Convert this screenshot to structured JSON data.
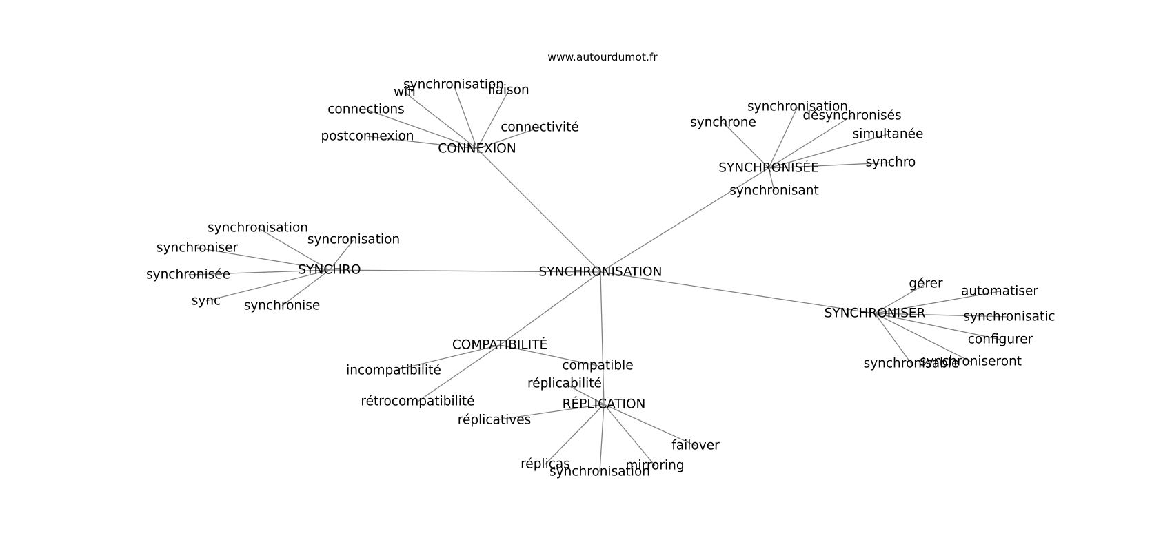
{
  "source": "www.autourdumot.fr",
  "colors": {
    "edge": "#808080",
    "text": "#000000",
    "background": "#ffffff"
  },
  "graph": {
    "center": "SYNCHRONISATION",
    "hubs": [
      {
        "id": "connexion",
        "label": "CONNEXION",
        "leaves": [
          "synchronisation",
          "wifi",
          "liaison",
          "connections",
          "connectivité",
          "postconnexion"
        ]
      },
      {
        "id": "synchronisee",
        "label": "SYNCHRONISÉE",
        "leaves": [
          "synchrone",
          "synchronisation",
          "désynchronisés",
          "simultanée",
          "synchro",
          "synchronisant"
        ]
      },
      {
        "id": "synchro",
        "label": "SYNCHRO",
        "leaves": [
          "synchronisation",
          "synchroniser",
          "syncronisation",
          "synchronisée",
          "sync",
          "synchronise"
        ]
      },
      {
        "id": "synchroniser",
        "label": "SYNCHRONISER",
        "leaves": [
          "gérer",
          "automatiser",
          "synchronisatic",
          "configurer",
          "synchroniseront",
          "synchronisable"
        ]
      },
      {
        "id": "compatibilite",
        "label": "COMPATIBILITÉ",
        "leaves": [
          "incompatibilité",
          "compatible",
          "rétrocompatibilité"
        ]
      },
      {
        "id": "replication",
        "label": "RÉPLICATION",
        "leaves": [
          "réplicabilité",
          "réplicatives",
          "failover",
          "réplicas",
          "synchronisation",
          "mirroring"
        ]
      }
    ]
  }
}
